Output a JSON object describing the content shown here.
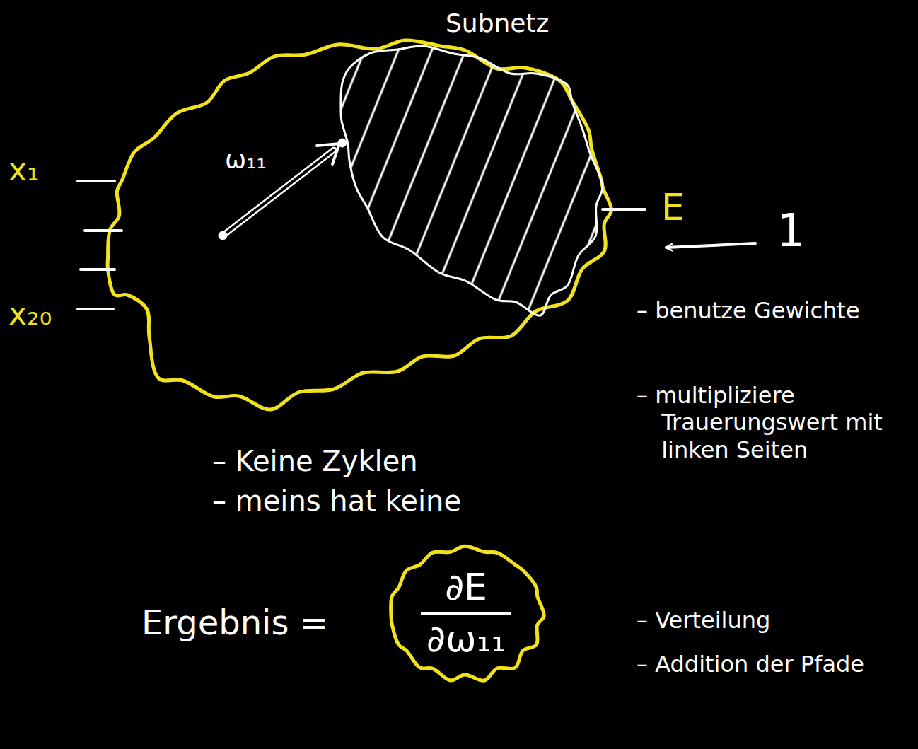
{
  "diagram": {
    "nodes": [
      {
        "text": [
          "Subnetz"
        ]
      },
      {
        "text": [
          "∂E",
          "∂ω₁₁"
        ]
      }
    ],
    "labels": [
      "x₁",
      "x₂₀",
      "ω₁₁",
      "E",
      "1",
      "– benutze Gewichte",
      "– multipliziere Trauerungswert mit linken Seiten",
      "– Verteilung",
      "– Addition der Pfade",
      "– Keine Zyklen",
      "– meins hat keine",
      "Ergebnis ="
    ]
  }
}
